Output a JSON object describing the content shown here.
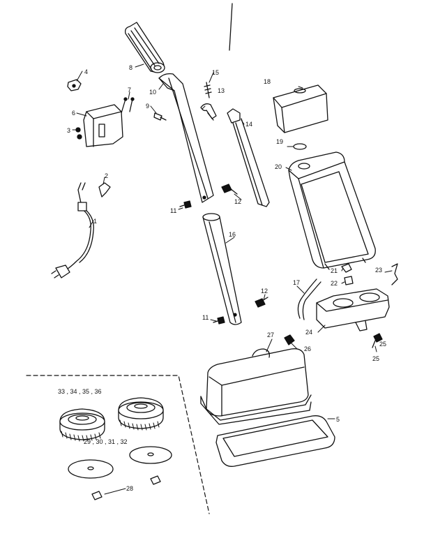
{
  "colors": {
    "ink": "#111111",
    "paper": "#ffffff"
  },
  "labels": {
    "l1": "1",
    "l2": "2",
    "l3": "3",
    "l4": "4",
    "l5": "5",
    "l6": "6",
    "l7": "7",
    "l8": "8",
    "l9": "9",
    "l10": "10",
    "l11a": "11",
    "l11b": "11",
    "l12a": "12",
    "l12b": "12",
    "l13": "13",
    "l14": "14",
    "l15": "15",
    "l16": "16",
    "l17": "17",
    "l18": "18",
    "l19": "19",
    "l20": "20",
    "l21": "21",
    "l22": "22",
    "l23": "23",
    "l24": "24",
    "l25a": "25",
    "l25b": "25",
    "l26": "26",
    "l27": "27",
    "l28": "28",
    "l29": "29 , 30 , 31 , 32",
    "l33": "33 , 34 , 35 , 36"
  }
}
